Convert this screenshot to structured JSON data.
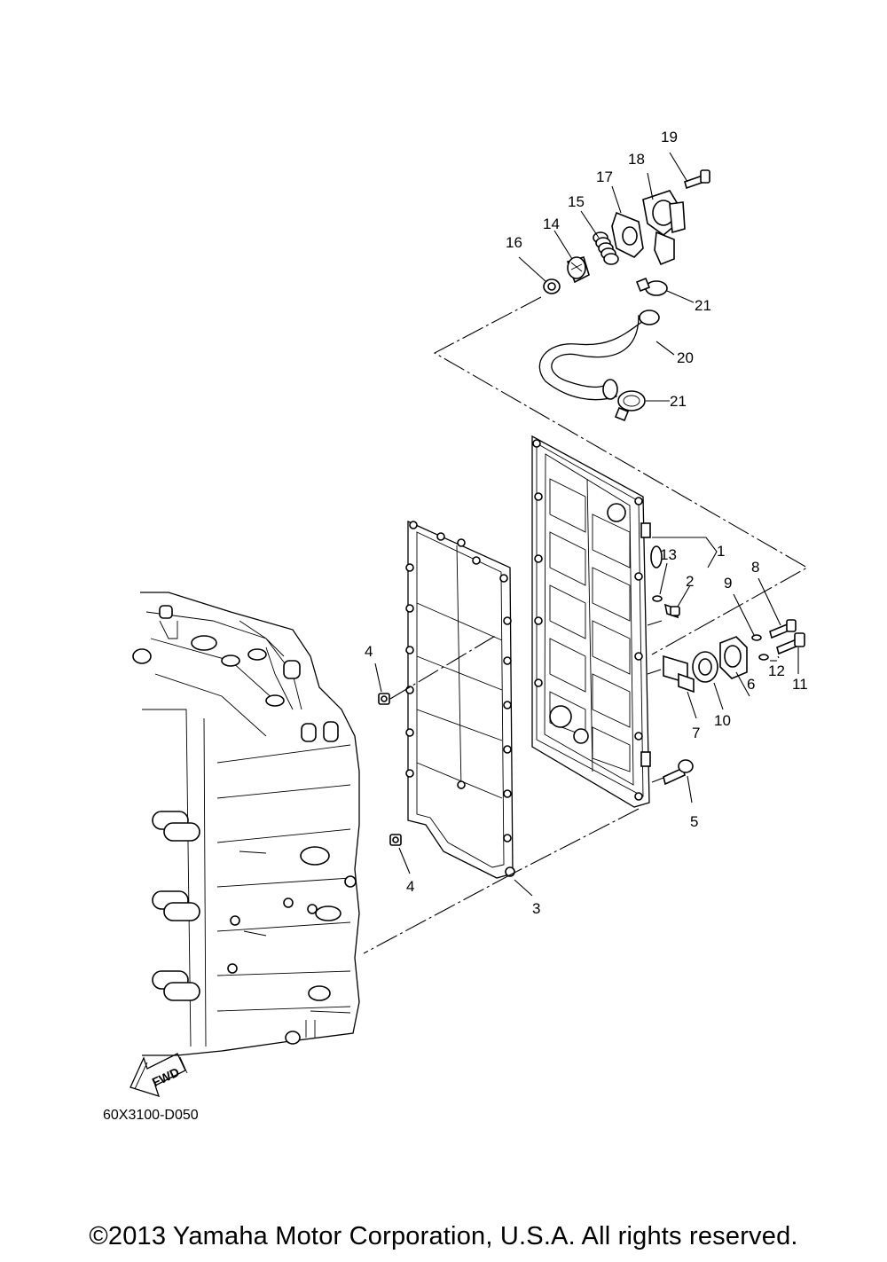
{
  "diagram": {
    "code": "60X3100-D050",
    "fwd_label": "FWD",
    "copyright": "©2013 Yamaha Motor Corporation, U.S.A. All rights reserved.",
    "callouts": [
      "1",
      "2",
      "3",
      "4",
      "4",
      "5",
      "6",
      "7",
      "8",
      "9",
      "10",
      "11",
      "12",
      "13",
      "14",
      "15",
      "16",
      "17",
      "18",
      "19",
      "20",
      "21",
      "21"
    ]
  }
}
